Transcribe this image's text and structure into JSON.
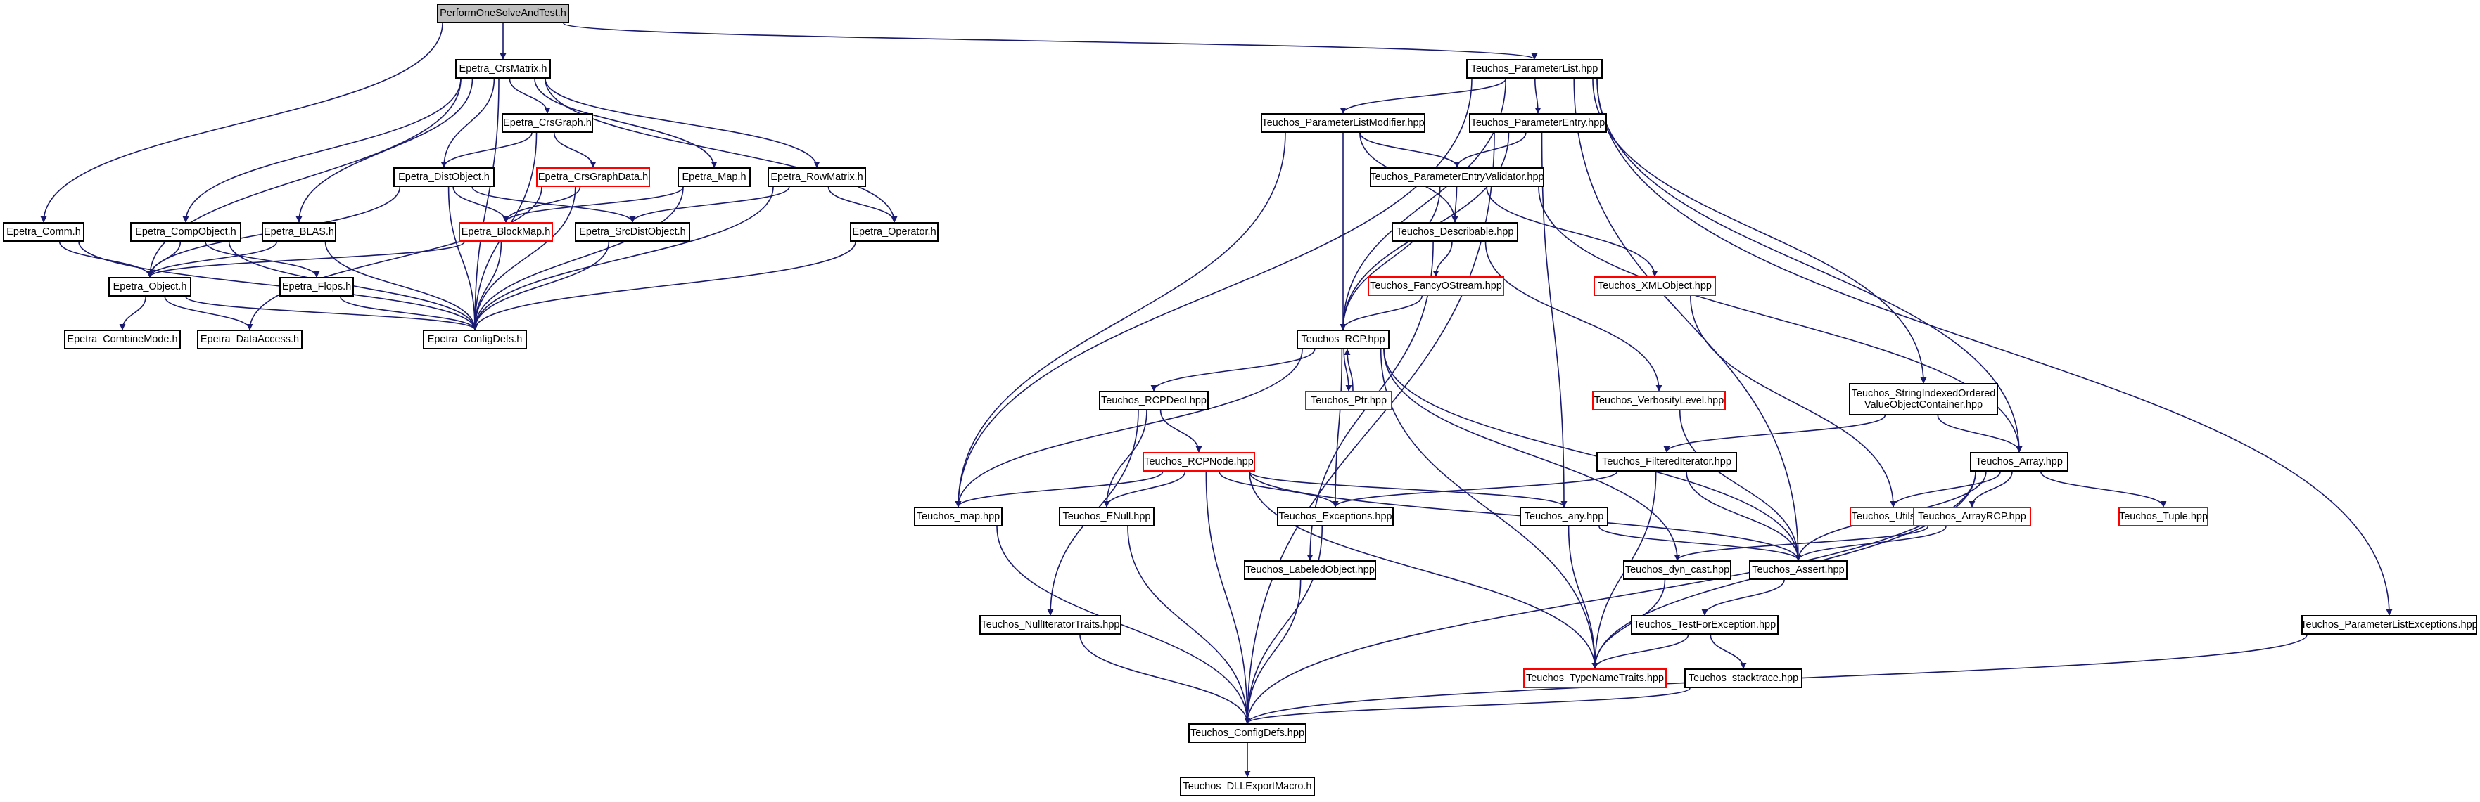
{
  "graph": {
    "colors": {
      "edge": "#191970",
      "node_border": "#000000",
      "truncated_border": "#ff0000",
      "root_fill": "#bfbfbf"
    },
    "nodes": {
      "perform": {
        "label": "PerformOneSolveAndTest.h",
        "style": "root"
      },
      "epetra_crsmatrix": {
        "label": "Epetra_CrsMatrix.h"
      },
      "teuchos_parameterlist": {
        "label": "Teuchos_ParameterList.hpp"
      },
      "epetra_crsgraph": {
        "label": "Epetra_CrsGraph.h"
      },
      "epetra_crsgraphdata": {
        "label": "Epetra_CrsGraphData.h",
        "style": "red"
      },
      "epetra_distobject": {
        "label": "Epetra_DistObject.h"
      },
      "epetra_map": {
        "label": "Epetra_Map.h"
      },
      "epetra_rowmatrix": {
        "label": "Epetra_RowMatrix.h"
      },
      "epetra_comm": {
        "label": "Epetra_Comm.h"
      },
      "epetra_compobject": {
        "label": "Epetra_CompObject.h"
      },
      "epetra_blas": {
        "label": "Epetra_BLAS.h"
      },
      "epetra_blockmap": {
        "label": "Epetra_BlockMap.h",
        "style": "red"
      },
      "epetra_srcdistobject": {
        "label": "Epetra_SrcDistObject.h"
      },
      "epetra_operator": {
        "label": "Epetra_Operator.h"
      },
      "epetra_object": {
        "label": "Epetra_Object.h"
      },
      "epetra_flops": {
        "label": "Epetra_Flops.h"
      },
      "epetra_combinemode": {
        "label": "Epetra_CombineMode.h"
      },
      "epetra_dataaccess": {
        "label": "Epetra_DataAccess.h"
      },
      "epetra_configdefs": {
        "label": "Epetra_ConfigDefs.h"
      },
      "teuchos_parameterlistmodifier": {
        "label": "Teuchos_ParameterListModifier.hpp"
      },
      "teuchos_parameterentry": {
        "label": "Teuchos_ParameterEntry.hpp"
      },
      "teuchos_parameterentryvalidator": {
        "label": "Teuchos_ParameterEntryValidator.hpp"
      },
      "teuchos_describable": {
        "label": "Teuchos_Describable.hpp"
      },
      "teuchos_fancyostream": {
        "label": "Teuchos_FancyOStream.hpp",
        "style": "red"
      },
      "teuchos_xmlobject": {
        "label": "Teuchos_XMLObject.hpp",
        "style": "red"
      },
      "teuchos_rcp": {
        "label": "Teuchos_RCP.hpp"
      },
      "teuchos_ptr": {
        "label": "Teuchos_Ptr.hpp",
        "style": "red"
      },
      "teuchos_verbositylevel": {
        "label": "Teuchos_VerbosityLevel.hpp",
        "style": "red"
      },
      "teuchos_stringindexed": {
        "label": "Teuchos_StringIndexedOrdered",
        "label2": "ValueObjectContainer.hpp"
      },
      "teuchos_rcpdecl": {
        "label": "Teuchos_RCPDecl.hpp"
      },
      "teuchos_rcpnode": {
        "label": "Teuchos_RCPNode.hpp",
        "style": "red"
      },
      "teuchos_filterediterator": {
        "label": "Teuchos_FilteredIterator.hpp"
      },
      "teuchos_array": {
        "label": "Teuchos_Array.hpp"
      },
      "teuchos_map": {
        "label": "Teuchos_map.hpp"
      },
      "teuchos_enull": {
        "label": "Teuchos_ENull.hpp"
      },
      "teuchos_exceptions": {
        "label": "Teuchos_Exceptions.hpp"
      },
      "teuchos_any": {
        "label": "Teuchos_any.hpp"
      },
      "teuchos_utils": {
        "label": "Teuchos_Utils.hpp",
        "style": "red"
      },
      "teuchos_arrayrcp": {
        "label": "Teuchos_ArrayRCP.hpp",
        "style": "red"
      },
      "teuchos_tuple": {
        "label": "Teuchos_Tuple.hpp",
        "style": "red"
      },
      "teuchos_labeledobject": {
        "label": "Teuchos_LabeledObject.hpp"
      },
      "teuchos_dyn_cast": {
        "label": "Teuchos_dyn_cast.hpp"
      },
      "teuchos_assert": {
        "label": "Teuchos_Assert.hpp"
      },
      "teuchos_nulliteratortraits": {
        "label": "Teuchos_NullIteratorTraits.hpp"
      },
      "teuchos_testforexception": {
        "label": "Teuchos_TestForException.hpp"
      },
      "teuchos_typenametraits": {
        "label": "Teuchos_TypeNameTraits.hpp",
        "style": "red"
      },
      "teuchos_stacktrace": {
        "label": "Teuchos_stacktrace.hpp"
      },
      "teuchos_parameterlistexceptions": {
        "label": "Teuchos_ParameterListExceptions.hpp"
      },
      "teuchos_configdefs": {
        "label": "Teuchos_ConfigDefs.hpp"
      },
      "teuchos_dllexportmacro": {
        "label": "Teuchos_DLLExportMacro.h"
      }
    },
    "edges": [
      [
        "perform",
        "epetra_crsmatrix"
      ],
      [
        "perform",
        "teuchos_parameterlist"
      ],
      [
        "perform",
        "epetra_comm"
      ],
      [
        "epetra_crsmatrix",
        "epetra_crsgraph"
      ],
      [
        "epetra_crsmatrix",
        "epetra_distobject"
      ],
      [
        "epetra_crsmatrix",
        "epetra_map"
      ],
      [
        "epetra_crsmatrix",
        "epetra_rowmatrix"
      ],
      [
        "epetra_crsmatrix",
        "epetra_compobject"
      ],
      [
        "epetra_crsmatrix",
        "epetra_blas"
      ],
      [
        "epetra_crsmatrix",
        "epetra_operator"
      ],
      [
        "epetra_crsmatrix",
        "epetra_object"
      ],
      [
        "epetra_crsmatrix",
        "epetra_configdefs"
      ],
      [
        "epetra_crsgraph",
        "epetra_crsgraphdata"
      ],
      [
        "epetra_crsgraph",
        "epetra_distobject"
      ],
      [
        "epetra_crsgraph",
        "epetra_configdefs"
      ],
      [
        "epetra_crsgraphdata",
        "epetra_blockmap"
      ],
      [
        "epetra_crsgraphdata",
        "epetra_configdefs"
      ],
      [
        "epetra_crsgraphdata",
        "epetra_dataaccess"
      ],
      [
        "epetra_distobject",
        "epetra_blockmap"
      ],
      [
        "epetra_distobject",
        "epetra_srcdistobject"
      ],
      [
        "epetra_distobject",
        "epetra_object"
      ],
      [
        "epetra_distobject",
        "epetra_configdefs"
      ],
      [
        "epetra_map",
        "epetra_blockmap"
      ],
      [
        "epetra_map",
        "epetra_configdefs"
      ],
      [
        "epetra_rowmatrix",
        "epetra_operator"
      ],
      [
        "epetra_rowmatrix",
        "epetra_srcdistobject"
      ],
      [
        "epetra_rowmatrix",
        "epetra_configdefs"
      ],
      [
        "epetra_comm",
        "epetra_object"
      ],
      [
        "epetra_comm",
        "epetra_configdefs"
      ],
      [
        "epetra_compobject",
        "epetra_object"
      ],
      [
        "epetra_compobject",
        "epetra_flops"
      ],
      [
        "epetra_compobject",
        "epetra_configdefs"
      ],
      [
        "epetra_blas",
        "epetra_object"
      ],
      [
        "epetra_blas",
        "epetra_configdefs"
      ],
      [
        "epetra_blockmap",
        "epetra_object"
      ],
      [
        "epetra_blockmap",
        "epetra_configdefs"
      ],
      [
        "epetra_srcdistobject",
        "epetra_configdefs"
      ],
      [
        "epetra_operator",
        "epetra_configdefs"
      ],
      [
        "epetra_object",
        "epetra_combinemode"
      ],
      [
        "epetra_object",
        "epetra_dataaccess"
      ],
      [
        "epetra_object",
        "epetra_configdefs"
      ],
      [
        "epetra_flops",
        "epetra_configdefs"
      ],
      [
        "teuchos_parameterlist",
        "teuchos_parameterlistmodifier"
      ],
      [
        "teuchos_parameterlist",
        "teuchos_parameterentry"
      ],
      [
        "teuchos_parameterlist",
        "teuchos_rcp"
      ],
      [
        "teuchos_parameterlist",
        "teuchos_map"
      ],
      [
        "teuchos_parameterlist",
        "teuchos_stringindexed"
      ],
      [
        "teuchos_parameterlist",
        "teuchos_array"
      ],
      [
        "teuchos_parameterlist",
        "teuchos_assert"
      ],
      [
        "teuchos_parameterlist",
        "teuchos_parameterlistexceptions"
      ],
      [
        "teuchos_parameterlistmodifier",
        "teuchos_parameterentryvalidator"
      ],
      [
        "teuchos_parameterlistmodifier",
        "teuchos_describable"
      ],
      [
        "teuchos_parameterlistmodifier",
        "teuchos_rcp"
      ],
      [
        "teuchos_parameterlistmodifier",
        "teuchos_map"
      ],
      [
        "teuchos_parameterentry",
        "teuchos_parameterentryvalidator"
      ],
      [
        "teuchos_parameterentry",
        "teuchos_rcp"
      ],
      [
        "teuchos_parameterentry",
        "teuchos_any"
      ],
      [
        "teuchos_parameterentry",
        "teuchos_configdefs"
      ],
      [
        "teuchos_parameterentryvalidator",
        "teuchos_describable"
      ],
      [
        "teuchos_parameterentryvalidator",
        "teuchos_xmlobject"
      ],
      [
        "teuchos_parameterentryvalidator",
        "teuchos_rcp"
      ],
      [
        "teuchos_parameterentryvalidator",
        "teuchos_array"
      ],
      [
        "teuchos_describable",
        "teuchos_fancyostream"
      ],
      [
        "teuchos_describable",
        "teuchos_verbositylevel"
      ],
      [
        "teuchos_describable",
        "teuchos_labeledobject"
      ],
      [
        "teuchos_fancyostream",
        "teuchos_rcp"
      ],
      [
        "teuchos_xmlobject",
        "teuchos_utils"
      ],
      [
        "teuchos_rcp",
        "teuchos_rcpdecl"
      ],
      [
        "teuchos_rcp",
        "teuchos_ptr"
      ],
      [
        "teuchos_rcp",
        "teuchos_map"
      ],
      [
        "teuchos_rcp",
        "teuchos_exceptions"
      ],
      [
        "teuchos_rcp",
        "teuchos_dyn_cast"
      ],
      [
        "teuchos_rcp",
        "teuchos_assert"
      ],
      [
        "teuchos_rcp",
        "teuchos_typenametraits"
      ],
      [
        "teuchos_ptr",
        "teuchos_rcp"
      ],
      [
        "teuchos_verbositylevel",
        "teuchos_assert"
      ],
      [
        "teuchos_stringindexed",
        "teuchos_filterediterator"
      ],
      [
        "teuchos_stringindexed",
        "teuchos_array"
      ],
      [
        "teuchos_rcpdecl",
        "teuchos_rcpnode"
      ],
      [
        "teuchos_rcpdecl",
        "teuchos_enull"
      ],
      [
        "teuchos_rcpdecl",
        "teuchos_nulliteratortraits"
      ],
      [
        "teuchos_rcpnode",
        "teuchos_map"
      ],
      [
        "teuchos_rcpnode",
        "teuchos_enull"
      ],
      [
        "teuchos_rcpnode",
        "teuchos_exceptions"
      ],
      [
        "teuchos_rcpnode",
        "teuchos_any"
      ],
      [
        "teuchos_rcpnode",
        "teuchos_assert"
      ],
      [
        "teuchos_rcpnode",
        "teuchos_typenametraits"
      ],
      [
        "teuchos_rcpnode",
        "teuchos_configdefs"
      ],
      [
        "teuchos_filterediterator",
        "teuchos_exceptions"
      ],
      [
        "teuchos_filterediterator",
        "teuchos_assert"
      ],
      [
        "teuchos_filterediterator",
        "teuchos_typenametraits"
      ],
      [
        "teuchos_array",
        "teuchos_utils"
      ],
      [
        "teuchos_array",
        "teuchos_arrayrcp"
      ],
      [
        "teuchos_array",
        "teuchos_tuple"
      ],
      [
        "teuchos_array",
        "teuchos_assert"
      ],
      [
        "teuchos_array",
        "teuchos_typenametraits"
      ],
      [
        "teuchos_array",
        "teuchos_configdefs"
      ],
      [
        "teuchos_map",
        "teuchos_configdefs"
      ],
      [
        "teuchos_enull",
        "teuchos_configdefs"
      ],
      [
        "teuchos_exceptions",
        "teuchos_configdefs"
      ],
      [
        "teuchos_any",
        "teuchos_assert"
      ],
      [
        "teuchos_any",
        "teuchos_typenametraits"
      ],
      [
        "teuchos_arrayrcp",
        "teuchos_dyn_cast"
      ],
      [
        "teuchos_arrayrcp",
        "teuchos_assert"
      ],
      [
        "teuchos_labeledobject",
        "teuchos_configdefs"
      ],
      [
        "teuchos_dyn_cast",
        "teuchos_typenametraits"
      ],
      [
        "teuchos_assert",
        "teuchos_testforexception"
      ],
      [
        "teuchos_nulliteratortraits",
        "teuchos_configdefs"
      ],
      [
        "teuchos_testforexception",
        "teuchos_typenametraits"
      ],
      [
        "teuchos_testforexception",
        "teuchos_stacktrace"
      ],
      [
        "teuchos_stacktrace",
        "teuchos_configdefs"
      ],
      [
        "teuchos_parameterlistexceptions",
        "teuchos_configdefs"
      ],
      [
        "teuchos_configdefs",
        "teuchos_dllexportmacro"
      ]
    ]
  }
}
